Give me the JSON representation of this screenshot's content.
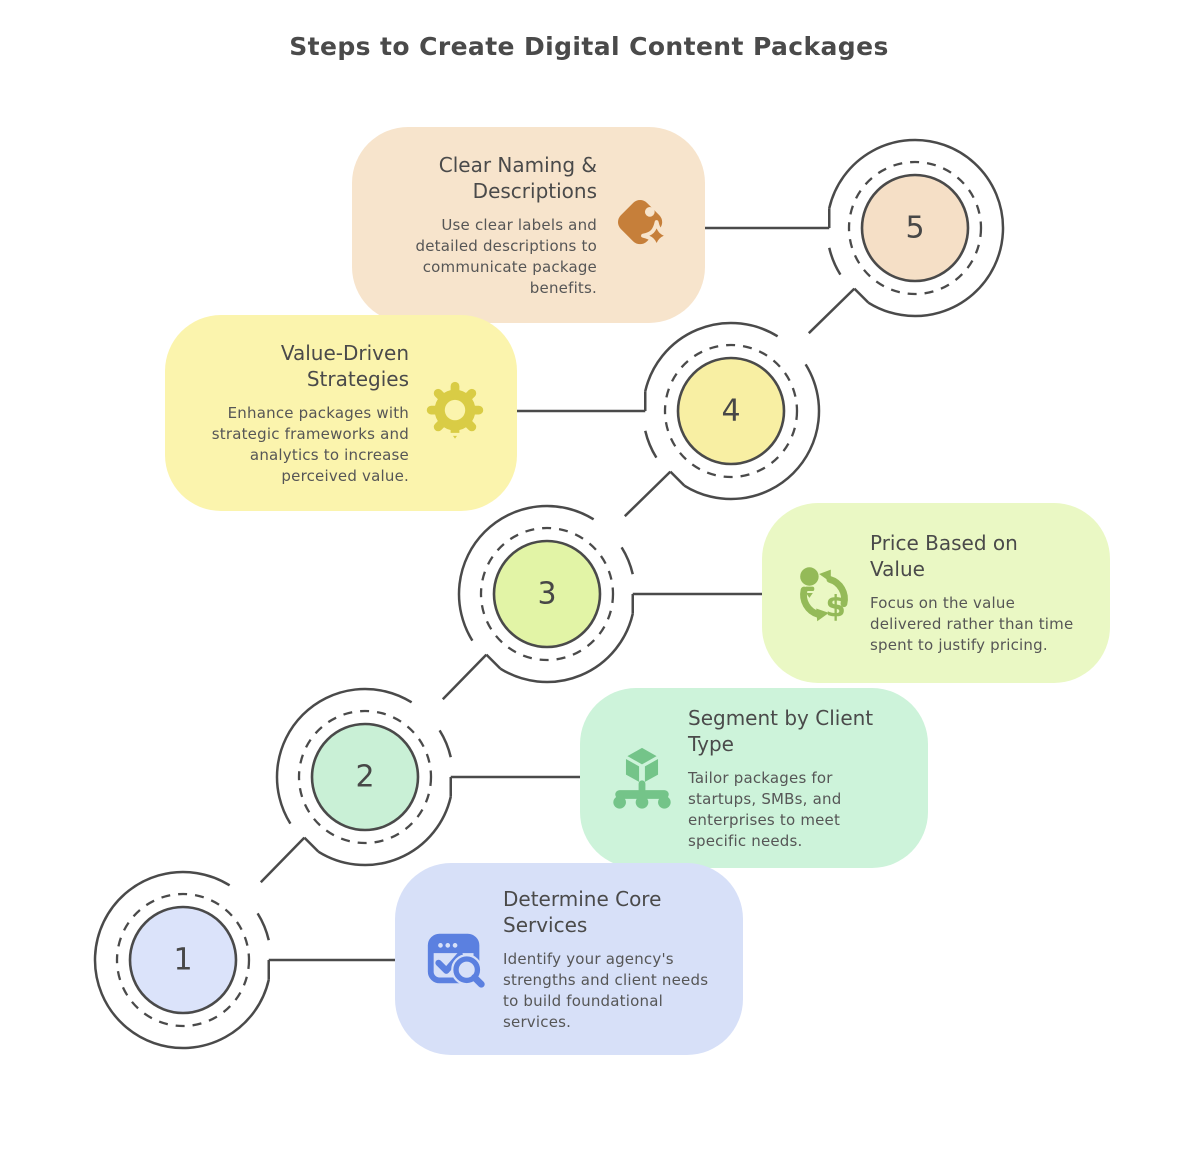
{
  "title": "Steps to Create Digital Content Packages",
  "line_color": "#4a4a4a",
  "steps": [
    {
      "number": "1",
      "title": "Determine Core\nServices",
      "description": "Identify your agency's strengths and client needs to build foundational services.",
      "icon": "browser-check-search-icon",
      "colors": {
        "card": "#d7e0f8",
        "circle": "#dbe3fa",
        "icon": "#5b80e0"
      }
    },
    {
      "number": "2",
      "title": "Segment by Client\nType",
      "description": "Tailor packages for startups, SMBs, and enterprises to meet specific needs.",
      "icon": "hierarchy-cube-icon",
      "colors": {
        "card": "#cdf3da",
        "circle": "#c9f0d6",
        "icon": "#74c489"
      }
    },
    {
      "number": "3",
      "title": "Price Based on\nValue",
      "description": "Focus on the value delivered rather than time spent to justify pricing.",
      "icon": "value-cycle-icon",
      "colors": {
        "card": "#eaf8c4",
        "circle": "#e2f4a6",
        "icon": "#94ba58"
      }
    },
    {
      "number": "4",
      "title": "Value-Driven\nStrategies",
      "description": "Enhance packages with strategic frameworks and analytics to increase perceived value.",
      "icon": "gear-icon",
      "colors": {
        "card": "#fbf4ad",
        "circle": "#f8efa3",
        "icon": "#d9cc45"
      }
    },
    {
      "number": "5",
      "title": "Clear Naming &\nDescriptions",
      "description": "Use clear labels and detailed descriptions to communicate package benefits.",
      "icon": "tag-sparkle-icon",
      "colors": {
        "card": "#f7e4cc",
        "circle": "#f5dfc6",
        "icon": "#c67f3a"
      }
    }
  ]
}
